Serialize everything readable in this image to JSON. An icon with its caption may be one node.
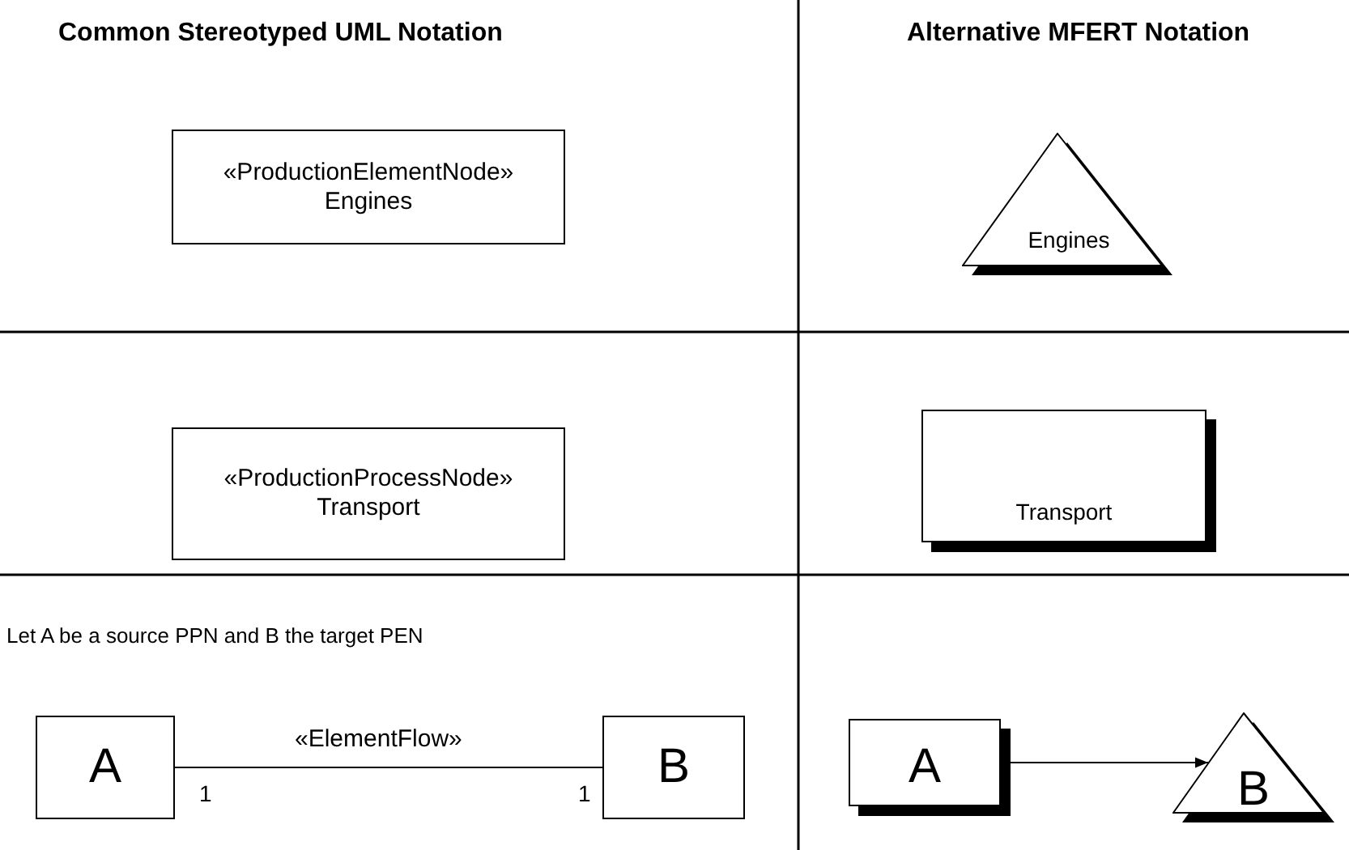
{
  "diagram": {
    "nodes": [
      {
        "text": [
          "«ProductionElementNode»",
          "Engines"
        ]
      },
      {
        "text": [
          "Engines"
        ]
      },
      {
        "text": [
          "«ProductionProcessNode»",
          "Transport"
        ]
      },
      {
        "text": [
          "Transport"
        ]
      },
      {
        "text": [
          "A"
        ]
      },
      {
        "text": [
          "B"
        ]
      },
      {
        "text": [
          "A"
        ]
      },
      {
        "text": [
          "B"
        ]
      }
    ],
    "edges": [
      {
        "from": 4,
        "to": 5,
        "arrow": "none",
        "label": "«ElementFlow»"
      },
      {
        "from": 6,
        "to": 7,
        "arrow": "to"
      }
    ],
    "labels": [
      "Common Stereotyped UML Notation",
      "Alternative MFERT Notation",
      "Let A be a source PPN and B the target PEN",
      "1",
      "1"
    ]
  }
}
